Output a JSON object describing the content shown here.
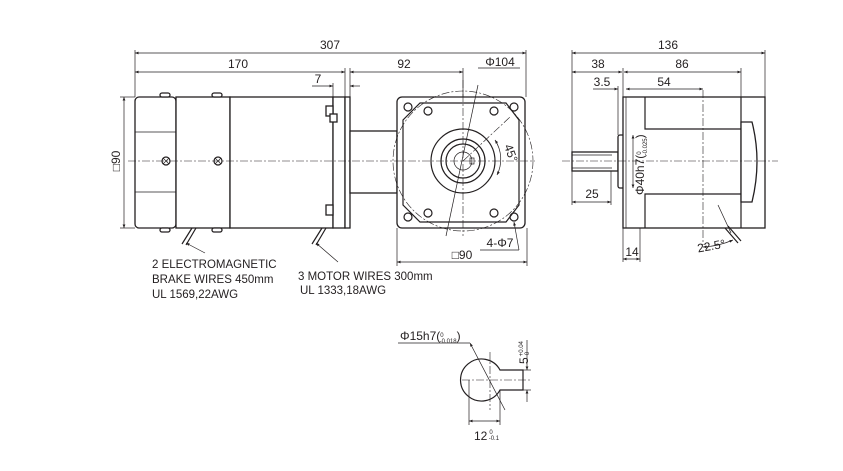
{
  "front_view": {
    "dims": {
      "overall_length": "307",
      "brake_motor_length": "170",
      "flange_gap": "7",
      "gear_head_center": "92",
      "bolt_circle": "Φ104",
      "height_square": "□90",
      "gear_square": "□90",
      "holes": "4-Φ7",
      "angle": "45°"
    },
    "notes": {
      "brake_wires": [
        "2 ELECTROMAGNETIC",
        "BRAKE WIRES 450mm",
        "UL 1569,22AWG"
      ],
      "motor_wires": [
        "3 MOTOR WIRES 300mm",
        "UL 1333,18AWG"
      ]
    }
  },
  "side_view": {
    "dims": {
      "overall": "136",
      "shaft_to_flange": "38",
      "body": "86",
      "step": "3.5",
      "center": "54",
      "shaft": "25",
      "flange": "14",
      "pilot": "Φ40h7(",
      "pilot_tol_upper": "0",
      "pilot_tol_lower": "-0.025",
      "pilot_close": ")",
      "wire_angle": "22.5°"
    }
  },
  "shaft_detail": {
    "diameter": "Φ15h7(",
    "diameter_tol_upper": "0",
    "diameter_tol_lower": "-0.018",
    "diameter_close": ")",
    "flat": "12",
    "flat_tol_upper": "0",
    "flat_tol_lower": "-0.1",
    "key": "5",
    "key_tol_upper": "+0.04",
    "key_tol_lower": "0"
  }
}
